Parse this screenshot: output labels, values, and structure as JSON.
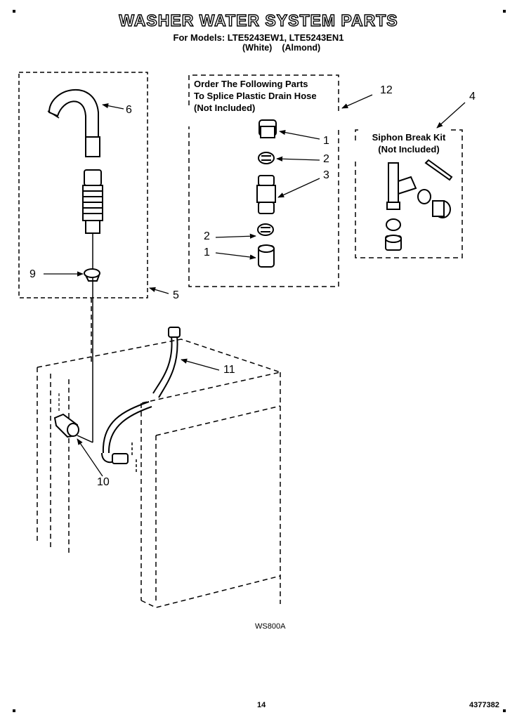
{
  "title": "WASHER WATER SYSTEM PARTS",
  "models_line": "For Models: LTE5243EW1, LTE5243EN1",
  "color_labels": [
    "(White)",
    "(Almond)"
  ],
  "splice_box": {
    "lines": [
      "Order The Following Parts",
      "To Splice Plastic Drain Hose",
      "(Not Included)"
    ]
  },
  "siphon_box": {
    "lines": [
      "Siphon Break Kit",
      "(Not Included)"
    ]
  },
  "callouts": {
    "c1a": "1",
    "c2a": "2",
    "c3": "3",
    "c2b": "2",
    "c1b": "1",
    "c4": "4",
    "c5": "5",
    "c6": "6",
    "c9": "9",
    "c10": "10",
    "c11": "11",
    "c12": "12"
  },
  "diagram_code": "WS800A",
  "page_number": "14",
  "doc_number": "4377382"
}
